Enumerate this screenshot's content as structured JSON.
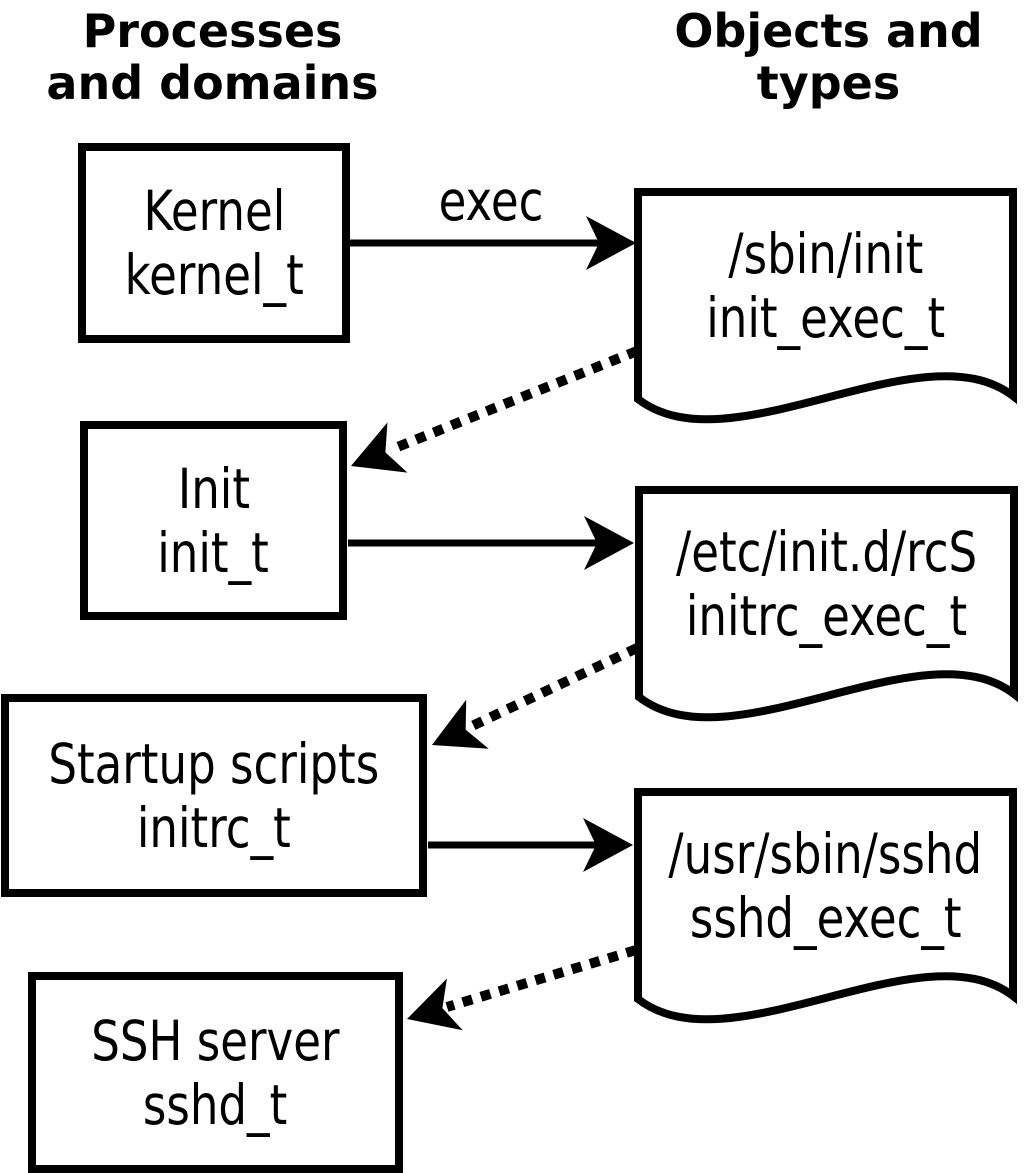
{
  "diagram": {
    "left_column_header": {
      "line1": "Processes",
      "line2": "and domains"
    },
    "right_column_header": {
      "line1": "Objects and",
      "line2": "types"
    },
    "exec_label": "exec",
    "processes": [
      {
        "name": "Kernel",
        "type": "kernel_t"
      },
      {
        "name": "Init",
        "type": "init_t"
      },
      {
        "name": "Startup scripts",
        "type": "initrc_t"
      },
      {
        "name": "SSH server",
        "type": "sshd_t"
      }
    ],
    "objects": [
      {
        "path": "/sbin/init",
        "type": "init_exec_t"
      },
      {
        "path": "/etc/init.d/rcS",
        "type": "initrc_exec_t"
      },
      {
        "path": "/usr/sbin/sshd",
        "type": "sshd_exec_t"
      }
    ],
    "arrows": [
      {
        "style": "solid",
        "label": "exec",
        "from": "kernel_t",
        "to": "init_exec_t"
      },
      {
        "style": "dotted",
        "label": "",
        "from": "init_exec_t",
        "to": "init_t"
      },
      {
        "style": "solid",
        "label": "",
        "from": "init_t",
        "to": "initrc_exec_t"
      },
      {
        "style": "dotted",
        "label": "",
        "from": "initrc_exec_t",
        "to": "initrc_t"
      },
      {
        "style": "solid",
        "label": "",
        "from": "initrc_t",
        "to": "sshd_exec_t"
      },
      {
        "style": "dotted",
        "label": "",
        "from": "sshd_exec_t",
        "to": "sshd_t"
      }
    ],
    "colors": {
      "line": "#000000",
      "background": "#ffffff"
    }
  }
}
